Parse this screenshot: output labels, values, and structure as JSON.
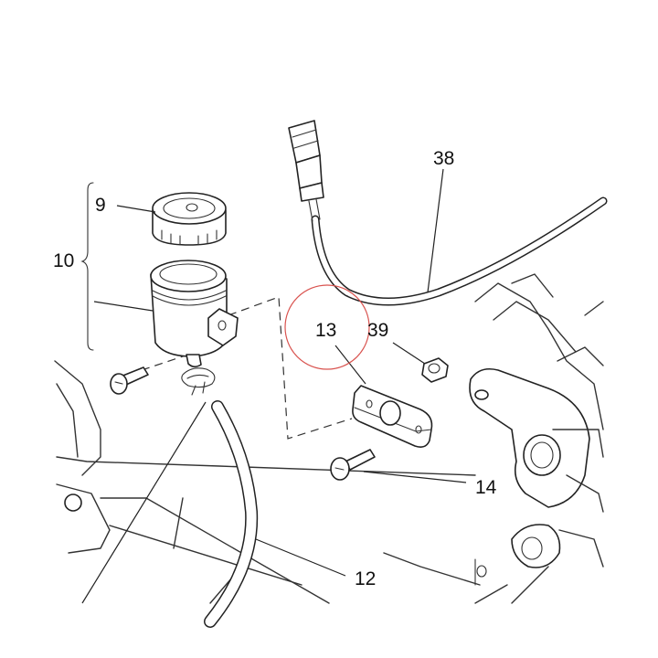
{
  "diagram": {
    "callouts": {
      "p9": "9",
      "p10": "10",
      "p12": "12",
      "p13": "13",
      "p14": "14",
      "p38": "38",
      "p39": "39"
    },
    "highlight_color": "#d9534f",
    "line_color": "#222222"
  }
}
